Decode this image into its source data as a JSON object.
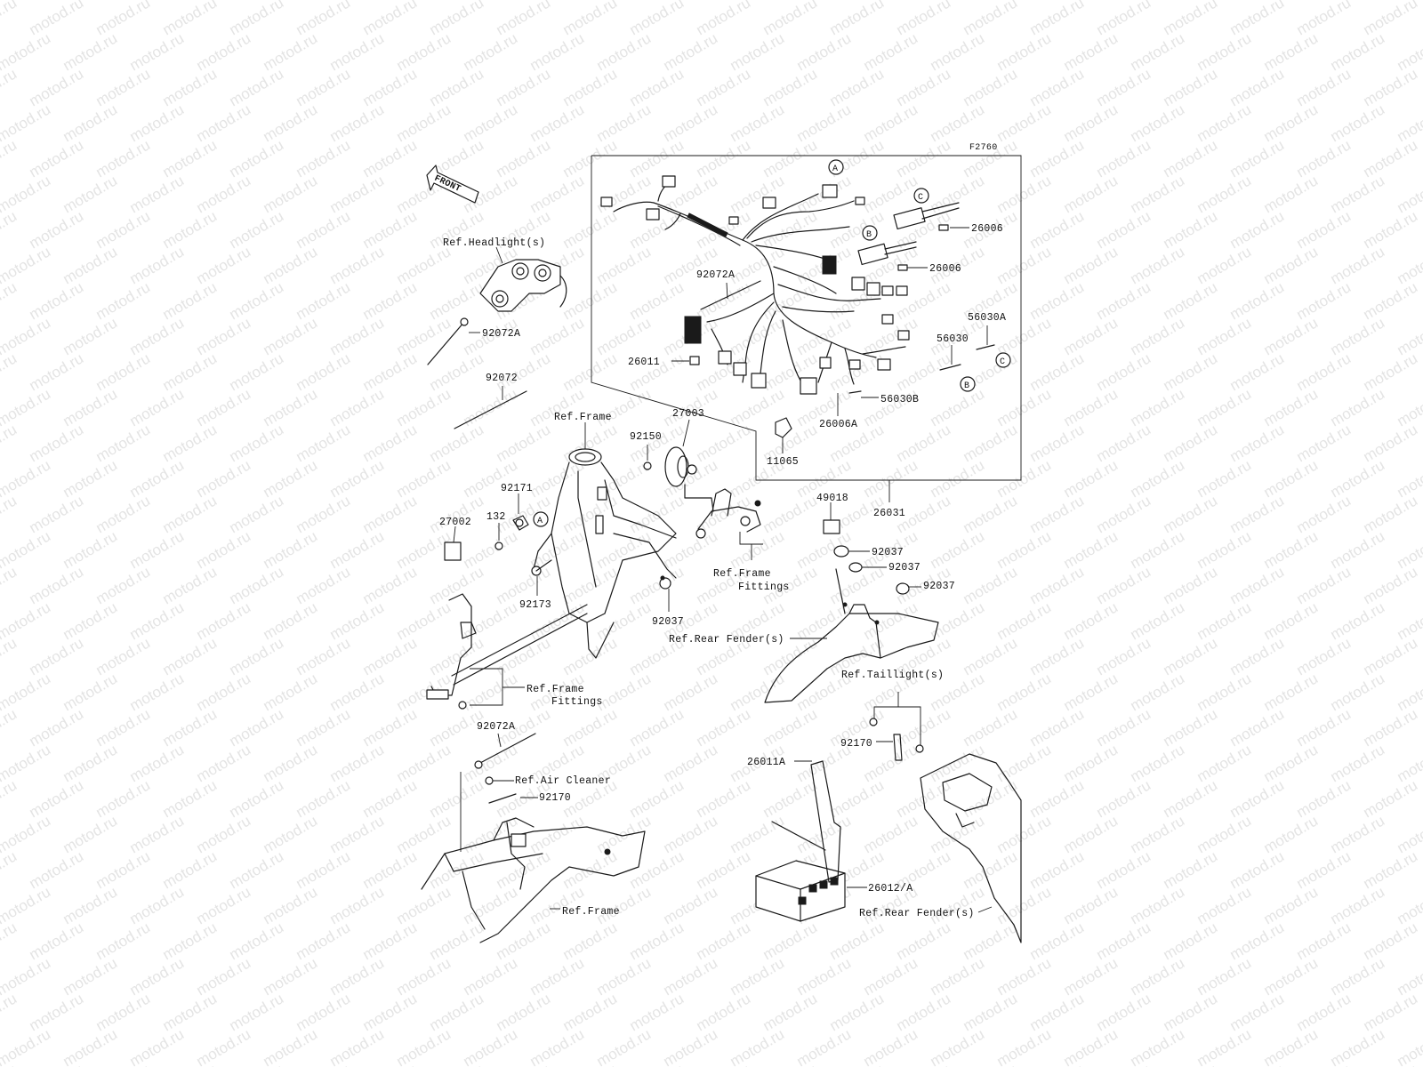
{
  "figure_code": "F2760",
  "watermark_text": "motod.ru",
  "front_arrow": "FRONT",
  "callouts": {
    "c_A1": "A",
    "c_A2": "A",
    "c_B1": "B",
    "c_B2": "B",
    "c_C1": "C",
    "c_C2": "C"
  },
  "labels": {
    "p26006_1": "26006",
    "p26006_2": "26006",
    "p92072A_1": "92072A",
    "p56030A": "56030A",
    "p56030": "56030",
    "p26011": "26011",
    "p56030B": "56030B",
    "p26006A": "26006A",
    "p11065": "11065",
    "p26031": "26031",
    "ref_headlight": "Ref.Headlight(s)",
    "p92072A_2": "92072A",
    "p92072": "92072",
    "ref_frame_1": "Ref.Frame",
    "p27003": "27003",
    "p92150": "92150",
    "p92171": "92171",
    "p132": "132",
    "p27002": "27002",
    "p92173": "92173",
    "p92037_1": "92037",
    "ref_frame_fittings_1a": "Ref.Frame",
    "ref_frame_fittings_1b": "Fittings",
    "ref_frame_fittings_2a": "Ref.Frame",
    "ref_frame_fittings_2b": "Fittings",
    "p49018": "49018",
    "p92037_2": "92037",
    "p92037_3": "92037",
    "p92037_4": "92037",
    "ref_rear_fender_1": "Ref.Rear Fender(s)",
    "ref_taillight": "Ref.Taillight(s)",
    "p92170_1": "92170",
    "p26011A": "26011A",
    "p92072A_3": "92072A",
    "ref_air_cleaner": "Ref.Air Cleaner",
    "p92170_2": "92170",
    "p26012A": "26012/A",
    "ref_frame_2": "Ref.Frame",
    "ref_rear_fender_2": "Ref.Rear Fender(s)"
  }
}
